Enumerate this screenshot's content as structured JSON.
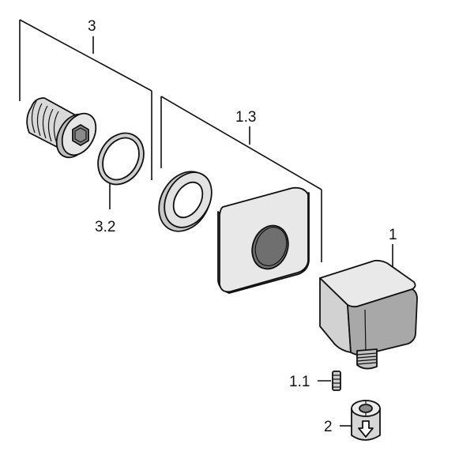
{
  "labels": {
    "part_3": "3",
    "part_3_2": "3.2",
    "part_1_3": "1.3",
    "part_1": "1",
    "part_1_1": "1.1",
    "part_2": "2"
  },
  "colors": {
    "stroke": "#111111",
    "fill_light": "#ffffff",
    "fill_grey": "#d9d9d9",
    "fill_mid": "#bdbdbd",
    "fill_dark": "#8a8a8a"
  }
}
